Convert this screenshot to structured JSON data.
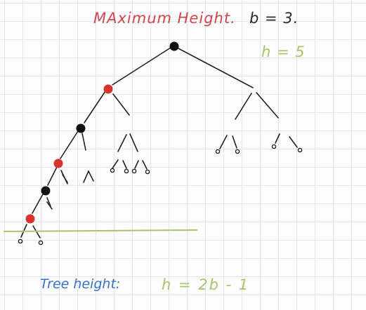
{
  "title": "MAximum Height.",
  "b_value": "b = 3.",
  "h_value": "h = 5",
  "tree_height_label": "Tree height:",
  "tree_height_formula": "h = 2b - 1",
  "colors": {
    "red_node": "#d8332b",
    "black_node": "#111111",
    "title_red": "#d2454b",
    "green": "#a9c46a",
    "blue": "#3a71c7"
  }
}
